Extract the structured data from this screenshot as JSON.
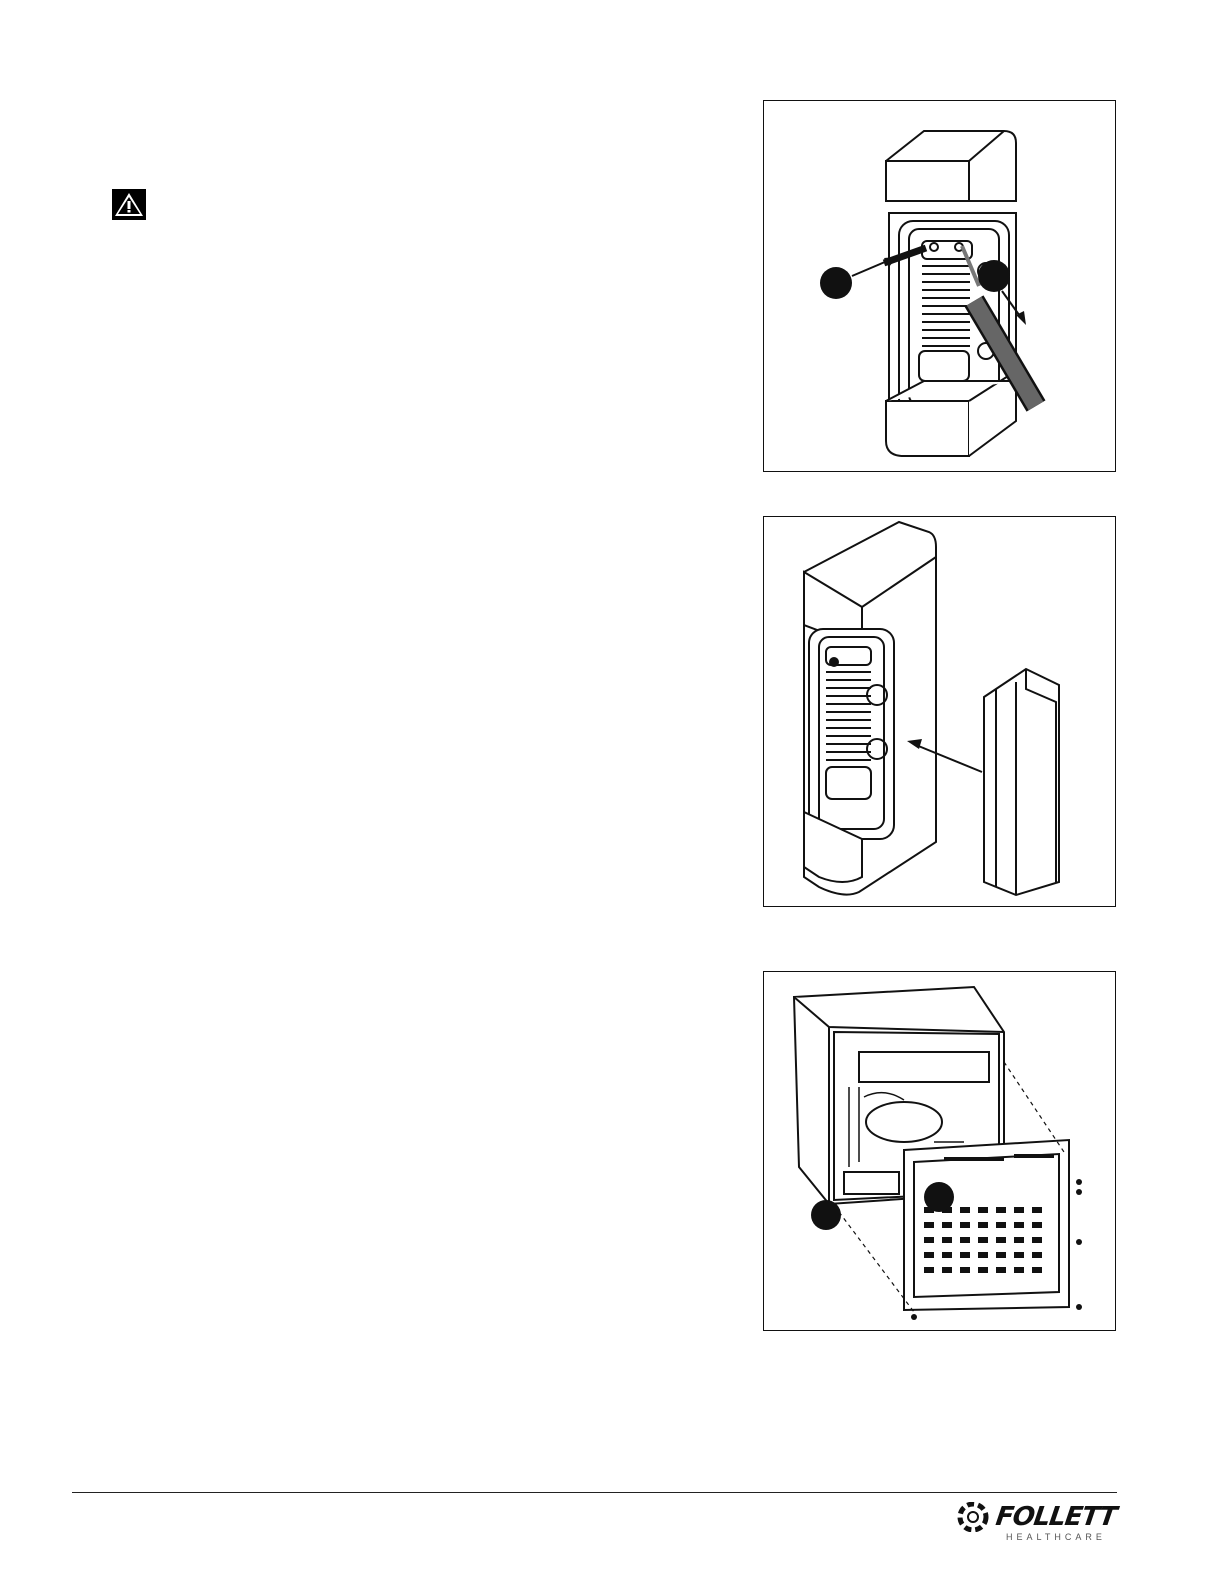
{
  "figures": [
    {
      "id": "fig1",
      "callouts": [
        "",
        ""
      ]
    },
    {
      "id": "fig2",
      "callouts": []
    },
    {
      "id": "fig3",
      "callouts": [
        "",
        ""
      ]
    }
  ],
  "footer": {
    "brand_name": "FOLLETT",
    "brand_sub": "HEALTHCARE"
  }
}
